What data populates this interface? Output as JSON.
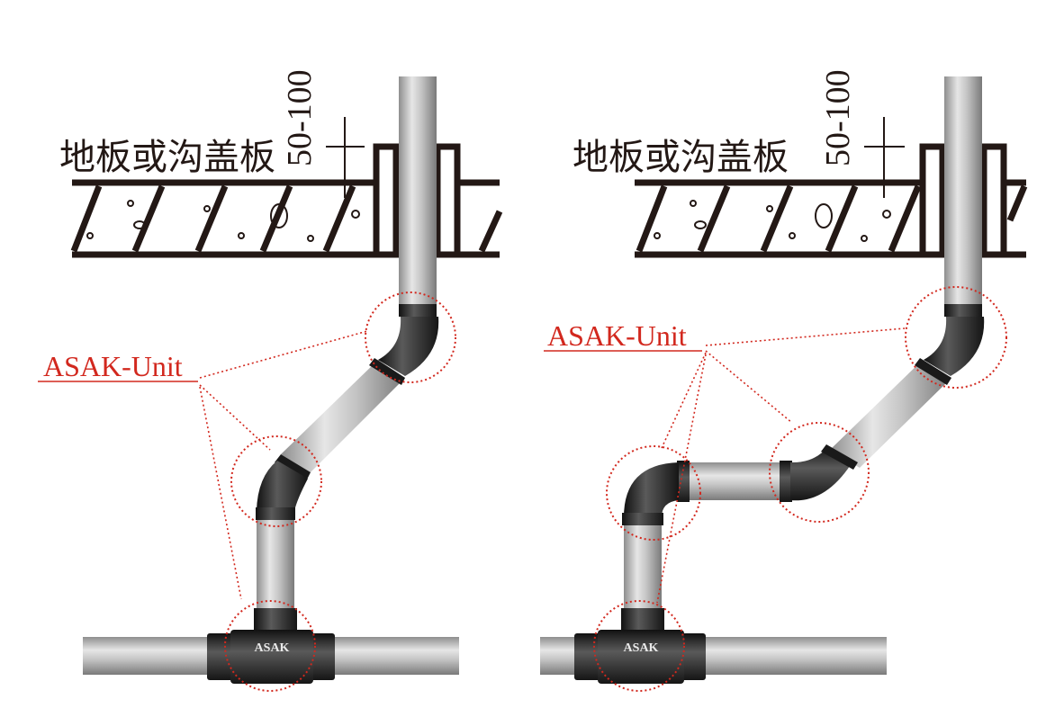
{
  "panels": [
    {
      "floor_label": "地板或沟盖板",
      "dimension_label": "50-100",
      "callout_label": "ASAK-Unit",
      "tee_marking": "ASAK"
    },
    {
      "floor_label": "地板或沟盖板",
      "dimension_label": "50-100",
      "callout_label": "ASAK-Unit",
      "tee_marking": "ASAK"
    }
  ],
  "colors": {
    "callout": "#d2281e",
    "line": "#231815",
    "pipe": "#b8b8b8",
    "fitting": "#2b2b2b"
  }
}
